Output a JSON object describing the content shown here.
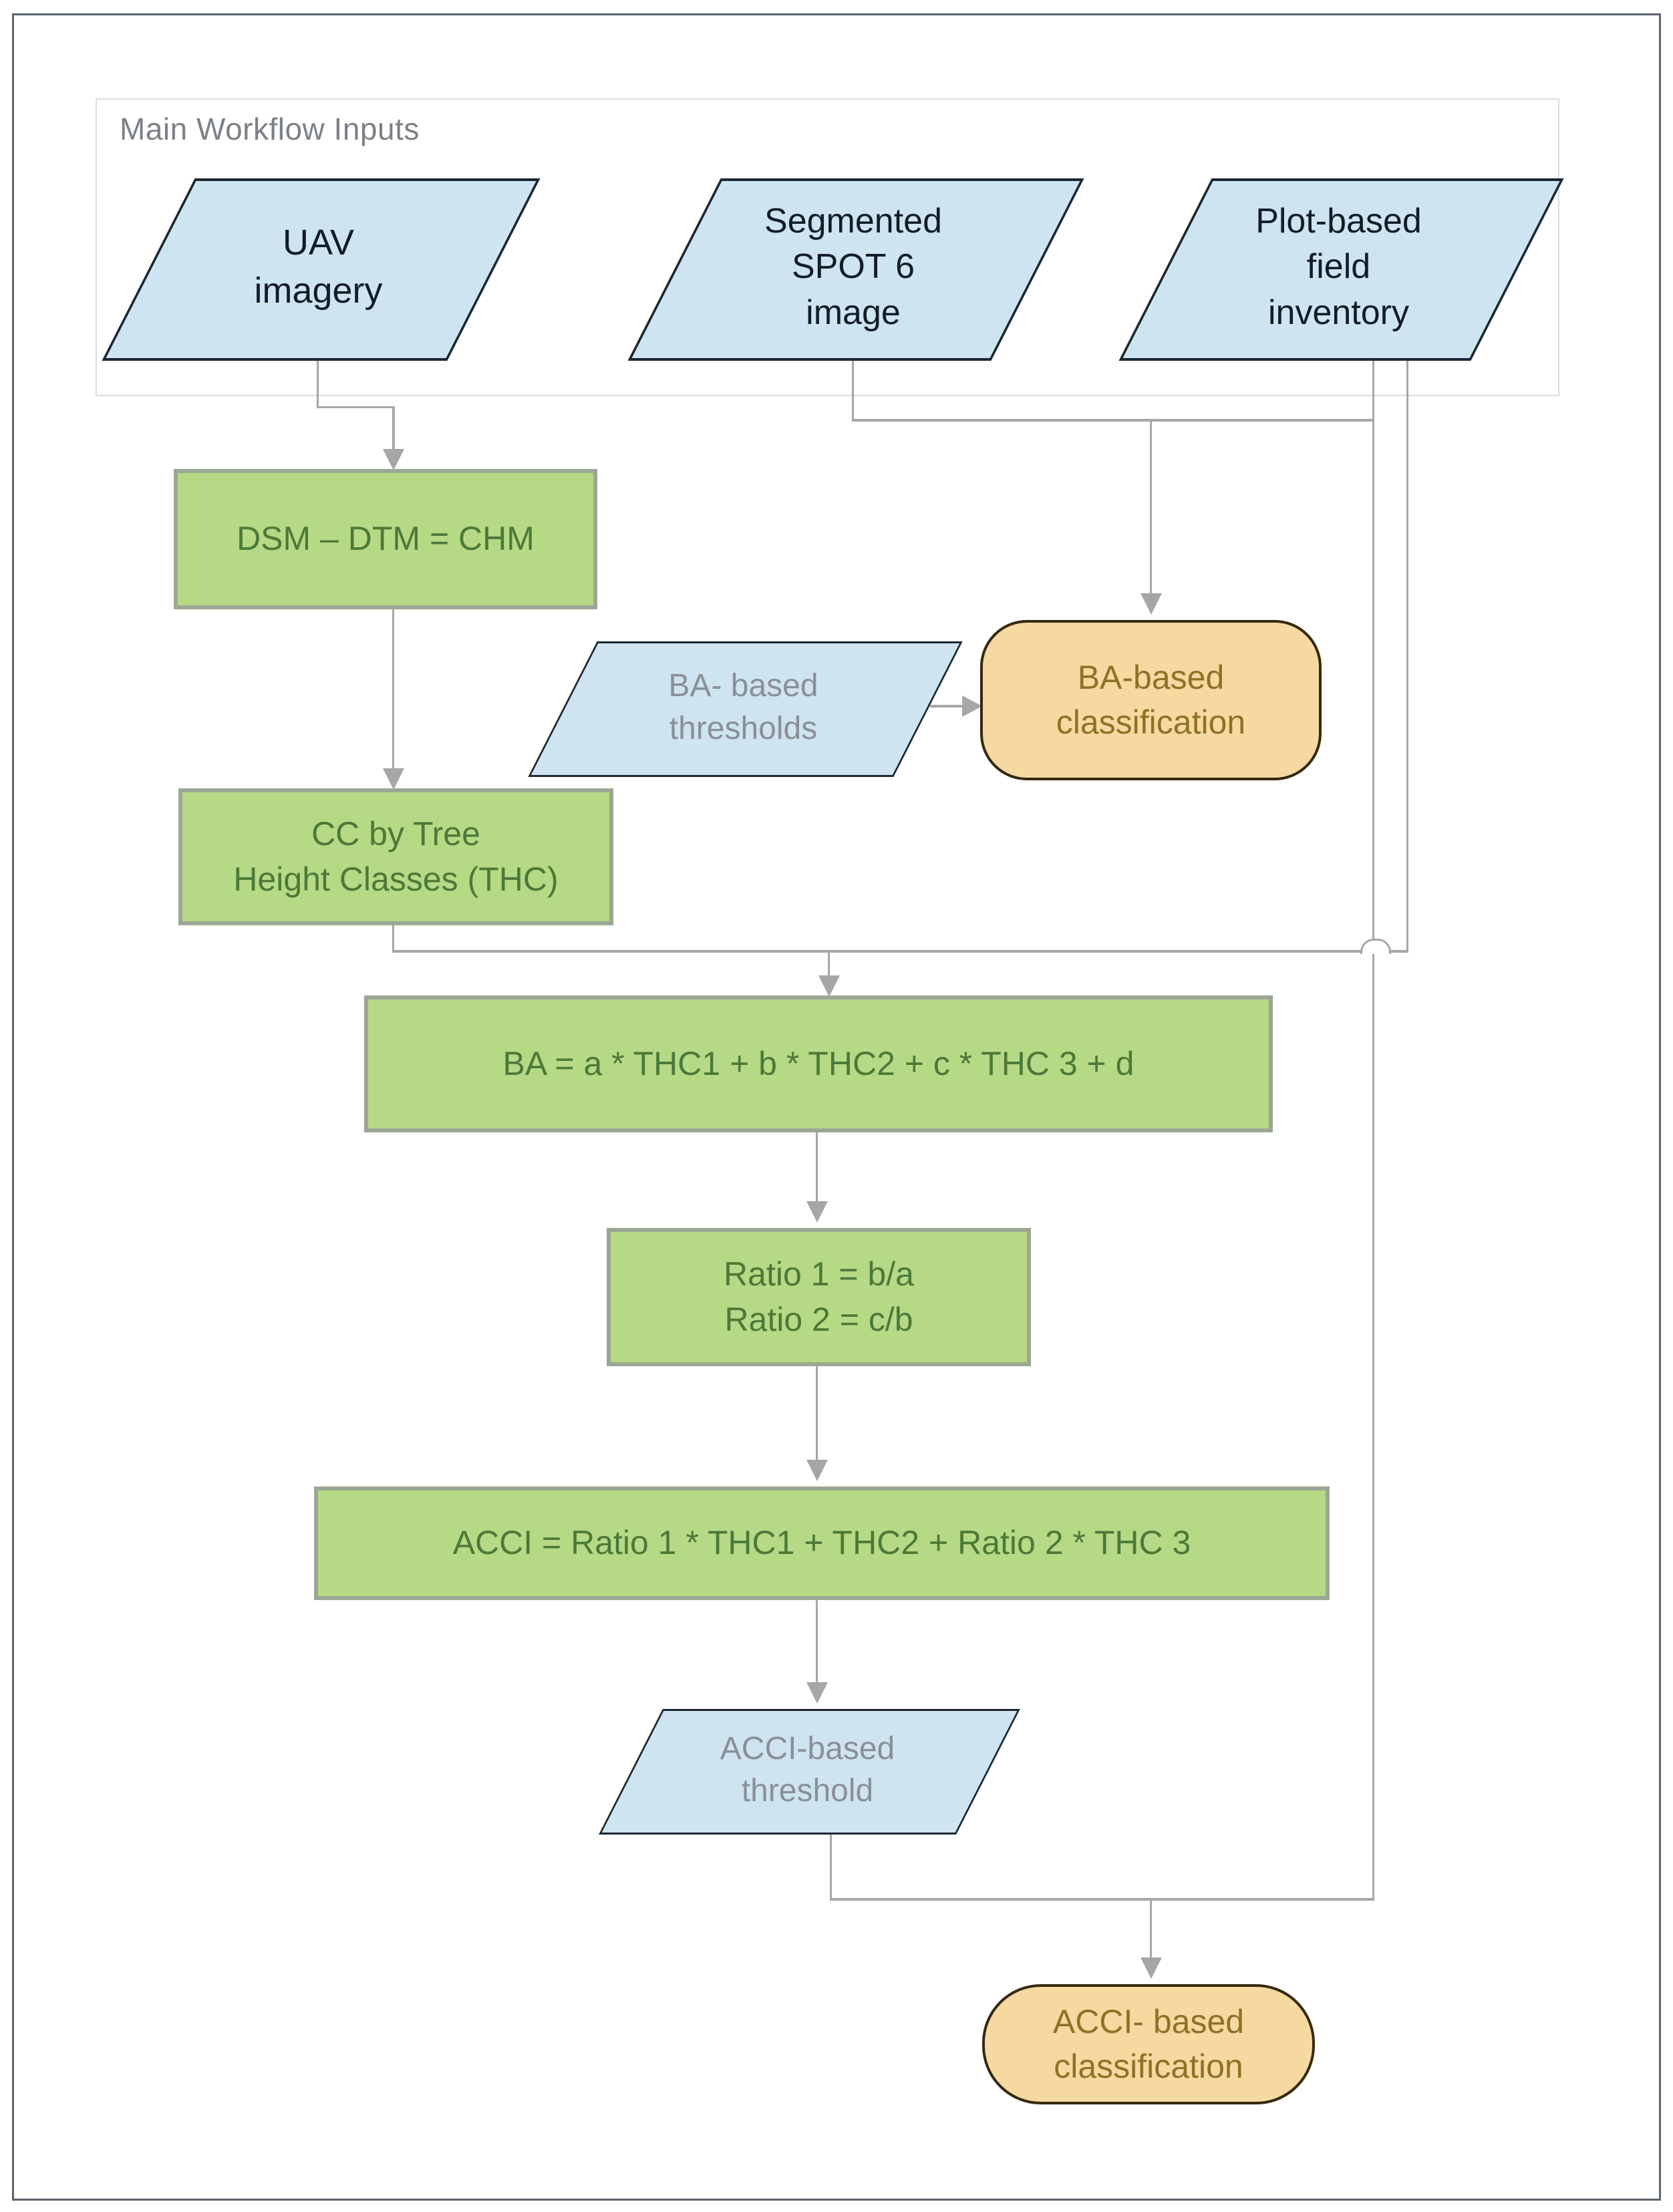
{
  "diagram": {
    "container_title": "Main Workflow Inputs",
    "type": "flowchart"
  },
  "nodes": {
    "uav_imagery": {
      "label": "UAV\nimagery",
      "shape": "parallelogram",
      "fill": "#cfe4f1",
      "text_color": "#121c26"
    },
    "segmented_spot": {
      "label": "Segmented\nSPOT 6\nimage",
      "shape": "parallelogram",
      "fill": "#cfe4f1",
      "text_color": "#121c26"
    },
    "plot_inventory": {
      "label": "Plot-based\nfield\ninventory",
      "shape": "parallelogram",
      "fill": "#cfe4f1",
      "text_color": "#121c26"
    },
    "dsm_chm": {
      "label": "DSM – DTM = CHM",
      "shape": "process-rect",
      "fill": "#b6d985",
      "text_color": "#4b7938"
    },
    "ba_thresholds": {
      "label": "BA- based\nthresholds",
      "shape": "parallelogram",
      "fill": "#cfe4f1",
      "text_color": "#8a9097"
    },
    "ba_classification": {
      "label": "BA-based\nclassification",
      "shape": "rounded",
      "fill": "#f6d9a1",
      "text_color": "#8c7325"
    },
    "cc_thc": {
      "label": "CC by Tree\nHeight Classes (THC)",
      "shape": "process-rect",
      "fill": "#b6d985",
      "text_color": "#4b7938"
    },
    "ba_equation": {
      "label": "BA = a * THC1 + b * THC2 + c * THC 3 + d",
      "shape": "process-rect",
      "fill": "#b6d985",
      "text_color": "#4b7938"
    },
    "ratios": {
      "label": "Ratio 1 = b/a\nRatio 2 = c/b",
      "shape": "process-rect",
      "fill": "#b6d985",
      "text_color": "#4b7938"
    },
    "acci_equation": {
      "label": "ACCI = Ratio 1 * THC1 +  THC2 + Ratio 2 * THC 3",
      "shape": "process-rect",
      "fill": "#b6d985",
      "text_color": "#4b7938"
    },
    "acci_threshold": {
      "label": "ACCI-based\nthreshold",
      "shape": "parallelogram",
      "fill": "#cfe4f1",
      "text_color": "#8a9097"
    },
    "acci_classification": {
      "label": "ACCI- based\nclassification",
      "shape": "rounded",
      "fill": "#f6d9a1",
      "text_color": "#8c7325"
    }
  },
  "edges": [
    {
      "from": "uav_imagery",
      "to": "dsm_chm"
    },
    {
      "from": "dsm_chm",
      "to": "cc_thc"
    },
    {
      "from": "segmented_spot",
      "to": "ba_classification"
    },
    {
      "from": "plot_inventory",
      "to": "ba_classification"
    },
    {
      "from": "plot_inventory",
      "to": "ba_equation"
    },
    {
      "from": "plot_inventory",
      "to": "acci_classification"
    },
    {
      "from": "ba_thresholds",
      "to": "ba_classification"
    },
    {
      "from": "cc_thc",
      "to": "ba_equation"
    },
    {
      "from": "ba_equation",
      "to": "ratios"
    },
    {
      "from": "ratios",
      "to": "acci_equation"
    },
    {
      "from": "acci_equation",
      "to": "acci_threshold"
    },
    {
      "from": "acci_threshold",
      "to": "acci_classification"
    }
  ],
  "colors": {
    "input_fill": "#cfe4f1",
    "input_border": "#1b2733",
    "process_fill": "#b6d985",
    "process_border": "#9ba794",
    "output_fill": "#f6d9a1",
    "output_border": "#35290f",
    "connector_gray": "#a6a6a6",
    "container_border": "#d9dde2",
    "page_border": "#5d656d",
    "title_gray": "#7c8187"
  }
}
